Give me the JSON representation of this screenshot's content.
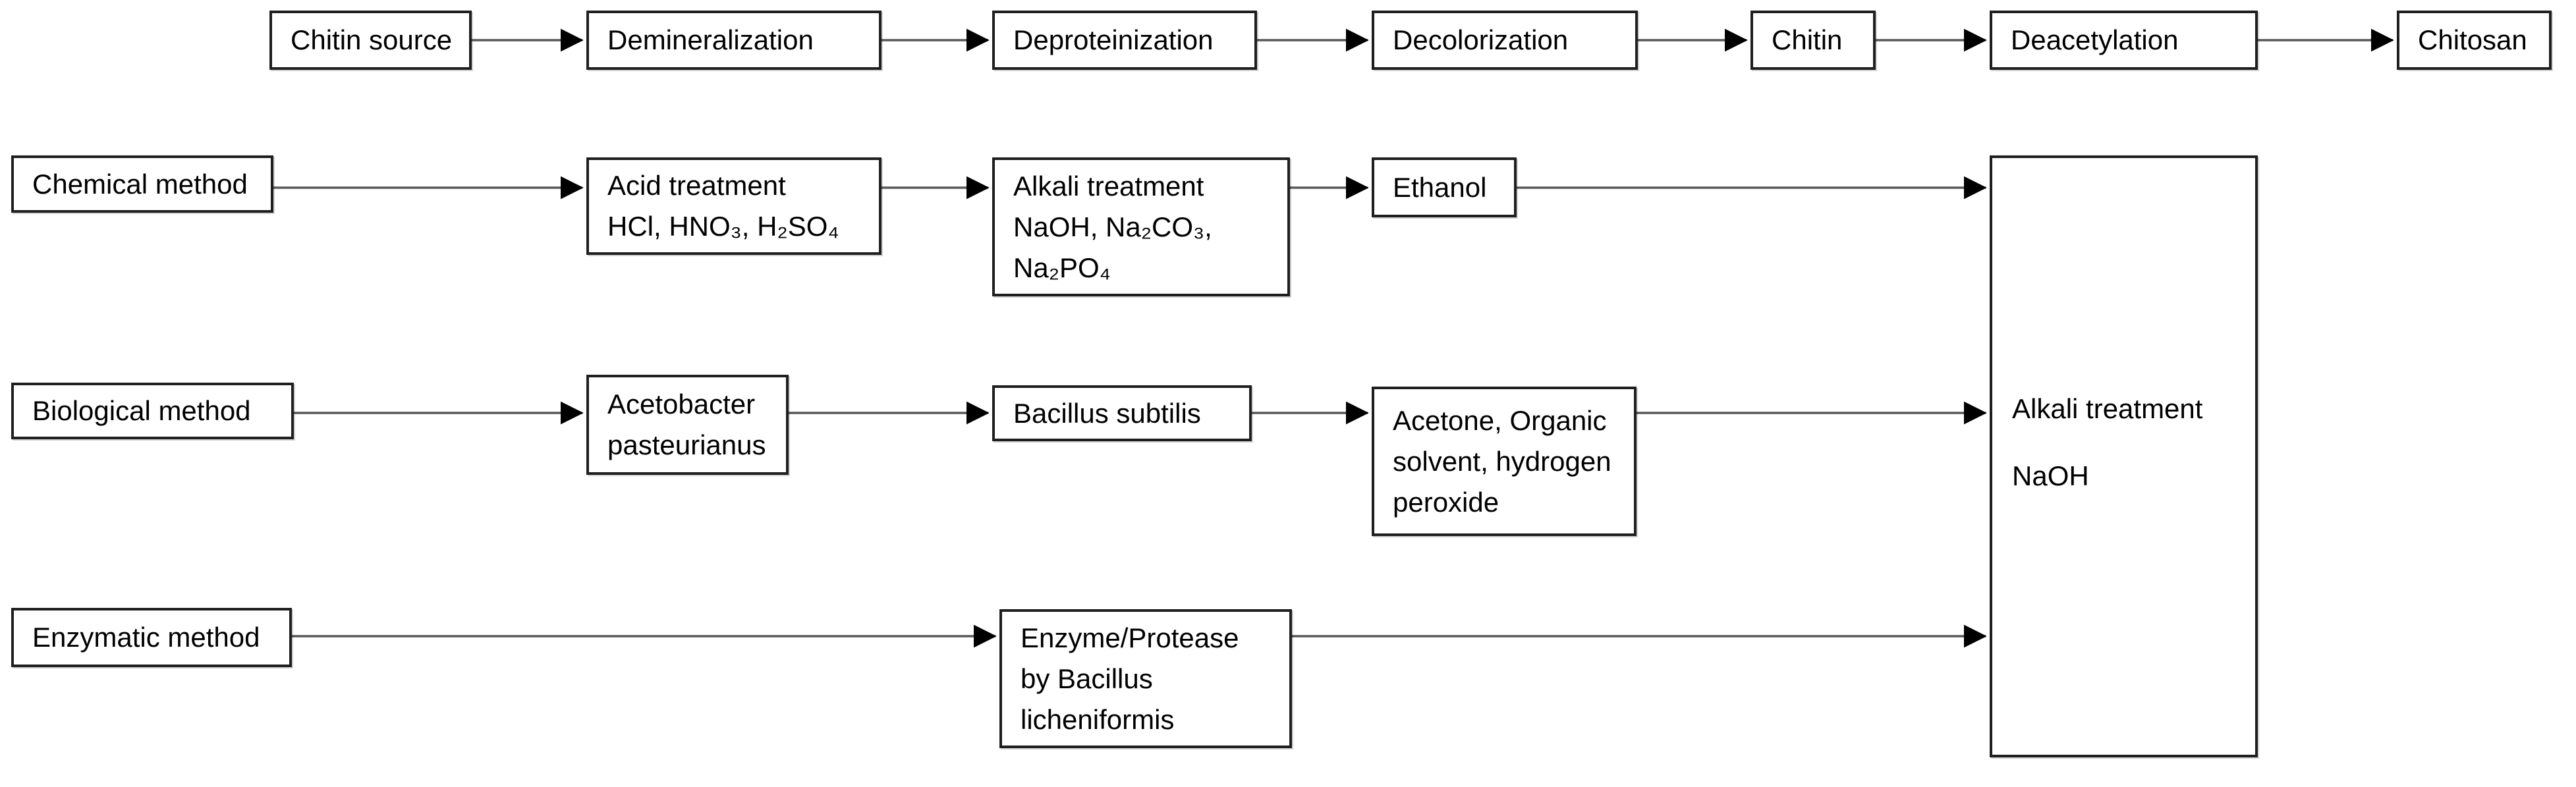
{
  "diagram": {
    "title_hint": "Chitin to chitosan extraction methods flowchart",
    "colors": {
      "background": "#ffffff",
      "box_fill": "#ffffff",
      "box_border": "#1f1f1f",
      "connector_line": "#595959",
      "arrowhead": "#000000",
      "text": "#000000"
    }
  },
  "top_flow": {
    "chitin_source": "Chitin source",
    "demineralization": "Demineralization",
    "deproteinization": "Deproteinization",
    "decolorization": "Decolorization",
    "chitin": "Chitin",
    "deacetylation": "Deacetylation",
    "chitosan": "Chitosan"
  },
  "chemical_row": {
    "method": "Chemical method",
    "acid_treatment": "Acid treatment\nHCl, HNO₃, H₂SO₄",
    "alkali_treatment": "Alkali treatment\nNaOH, Na₂CO₃,\nNa₂PO₄",
    "ethanol": "Ethanol"
  },
  "biological_row": {
    "method": "Biological method",
    "acetobacter": "Acetobacter\npasteurianus",
    "bacillus_subtilis": "Bacillus subtilis",
    "acetone": "Acetone, Organic\nsolvent, hydrogen\nperoxide"
  },
  "enzymatic_row": {
    "method": "Enzymatic method",
    "enzyme": "Enzyme/Protease\nby Bacillus\nlicheniformis"
  },
  "final_box": {
    "line1": "Alkali treatment",
    "line2": "NaOH"
  }
}
